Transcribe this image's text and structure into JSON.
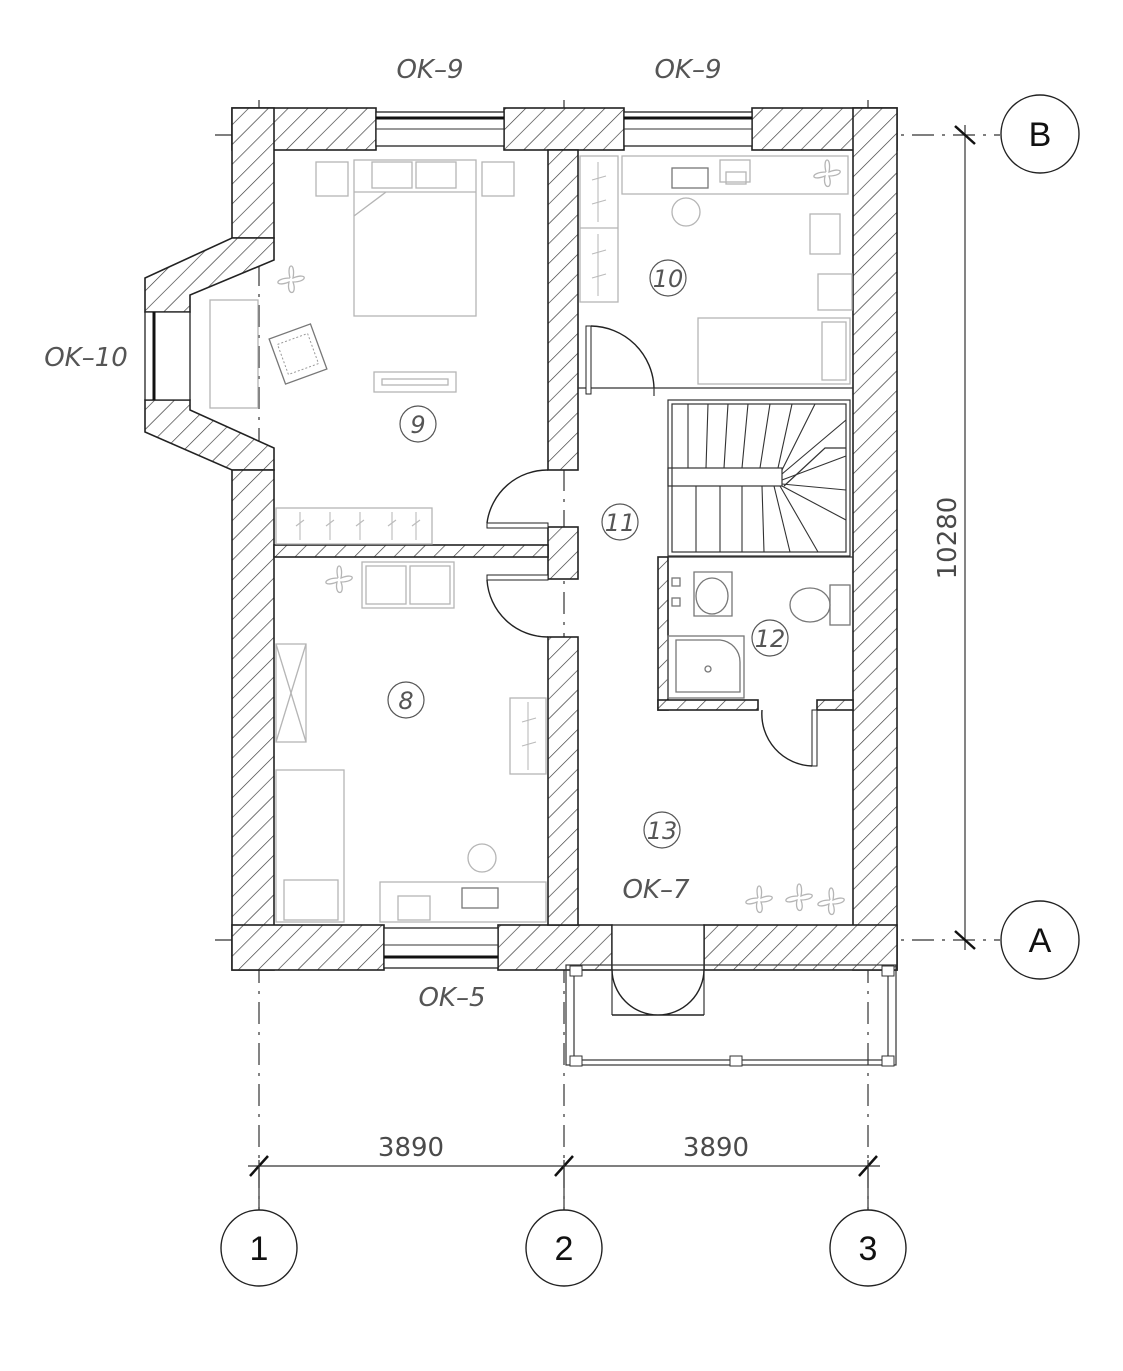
{
  "windows": {
    "ok9_left": "OK–9",
    "ok9_right": "OK–9",
    "ok10": "OK–10",
    "ok5": "OK–5",
    "ok7": "OK–7"
  },
  "rooms": {
    "r8": "8",
    "r9": "9",
    "r10": "10",
    "r11": "11",
    "r12": "12",
    "r13": "13"
  },
  "dimensions": {
    "span_1_2": "3890",
    "span_2_3": "3890",
    "span_A_B": "10280"
  },
  "axes": {
    "a1": "1",
    "a2": "2",
    "a3": "3",
    "aA": "A",
    "aB": "B"
  }
}
